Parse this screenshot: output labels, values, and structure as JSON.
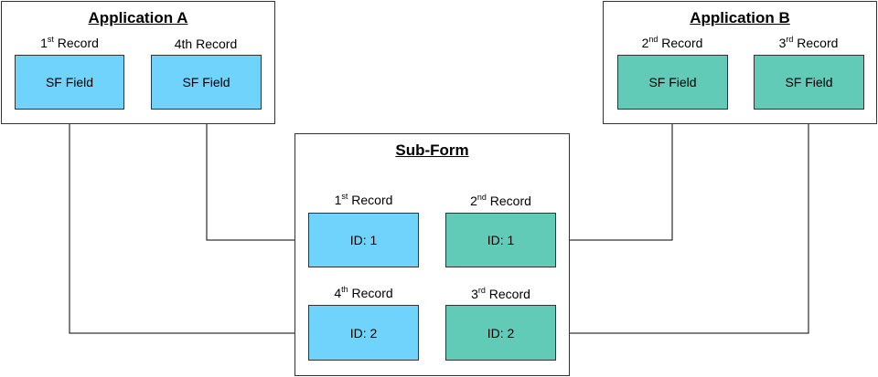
{
  "app_a": {
    "title": "Application A",
    "records": [
      {
        "num": "1",
        "sup": "st",
        "suffix": " Record",
        "field": "SF Field"
      },
      {
        "num": "4th",
        "sup": "",
        "suffix": " Record",
        "field": "SF Field"
      }
    ]
  },
  "app_b": {
    "title": "Application B",
    "records": [
      {
        "num": "2",
        "sup": "nd",
        "suffix": " Record",
        "field": "SF Field"
      },
      {
        "num": "3",
        "sup": "rd",
        "suffix": " Record",
        "field": "SF Field"
      }
    ]
  },
  "subform": {
    "title": "Sub-Form",
    "records": [
      {
        "num": "1",
        "sup": "st",
        "suffix": " Record",
        "id": "ID: 1"
      },
      {
        "num": "2",
        "sup": "nd",
        "suffix": " Record",
        "id": "ID: 1"
      },
      {
        "num": "4",
        "sup": "th",
        "suffix": " Record",
        "id": "ID: 2"
      },
      {
        "num": "3",
        "sup": "rd",
        "suffix": " Record",
        "id": "ID: 2"
      }
    ]
  },
  "colors": {
    "app_a_fill": "#6fd3fc",
    "app_b_fill": "#62cbb7",
    "line": "#000000",
    "border": "#333333"
  }
}
